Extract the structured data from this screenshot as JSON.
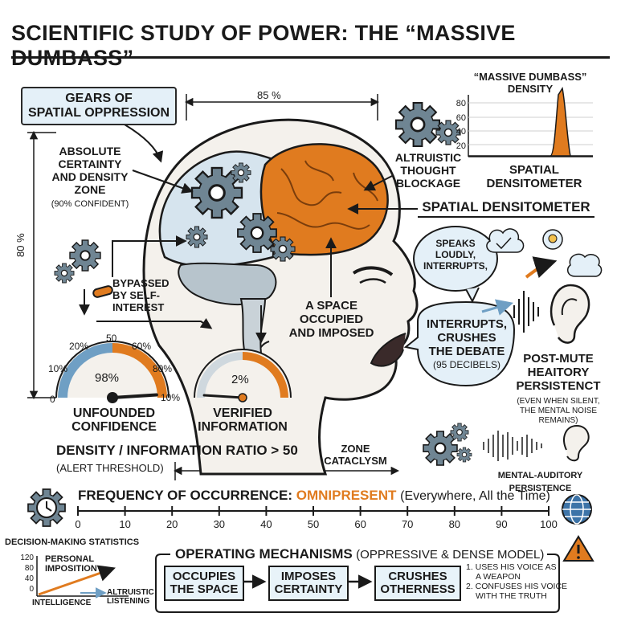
{
  "title": "SCIENTIFIC STUDY OF POWER: THE “MASSIVE DUMBASS”",
  "labels": {
    "gears_box": [
      "GEARS OF",
      "SPATIAL OPPRESSION"
    ],
    "width_pct": "85 %",
    "height_pct": "80 %",
    "certainty": [
      "ABSOLUTE",
      "CERTAINTY",
      "AND DENSITY",
      "ZONE"
    ],
    "certainty_note": "(90% confident)",
    "bypassed": [
      "BYPASSED",
      "BY SELF-",
      "INTEREST"
    ],
    "altruistic": [
      "ALTRUISTIC",
      "THOUGHT",
      "BLOCKAGE"
    ],
    "space_occupied": [
      "A SPACE",
      "OCCUPIED",
      "AND IMPOSED"
    ],
    "spatial_densitometer": "SPATIAL DENSITOMETER",
    "speaks": [
      "SPEAKS",
      "LOUDLY,",
      "INTERRUPTS,"
    ],
    "interrupts": [
      "INTERRUPTS,",
      "CRUSHES",
      "THE DEBATE"
    ],
    "interrupts_note": "(95 DECIBELS)",
    "post_mute": [
      "POST-MUTE",
      "HEAITORY",
      "PERSISTENCT"
    ],
    "post_mute_note": [
      "(EVEN WHEN SILENT,",
      "THE MENTAL NOISE REMAINS)"
    ],
    "zone": [
      "ZONE",
      "CATACLYSM"
    ],
    "mental_auditory": "MENTAL-AUDITORY PERSISTENCE"
  },
  "density_chart": {
    "title": [
      "“MASSIVE DUMBASS”",
      "DENSITY"
    ],
    "yticks": [
      "80",
      "60",
      "40",
      "20"
    ],
    "caption": [
      "SPATIAL",
      "DENSITOMETER"
    ]
  },
  "gauge_confidence": {
    "value_label": "98%",
    "value": 98,
    "ticks": [
      "0",
      "10%",
      "20%",
      "50",
      "60%",
      "80%",
      "10%"
    ],
    "caption": [
      "UNFOUNDED",
      "CONFIDENCE"
    ]
  },
  "gauge_information": {
    "value_label": "2%",
    "value": 2,
    "caption": [
      "VERIFIED",
      "INFORMATION"
    ]
  },
  "ratio": {
    "text": "DENSITY / INFORMATION RATIO > 50",
    "note": "(ALERT THRESHOLD)"
  },
  "frequency": {
    "label": "FREQUENCY OF OCCURRENCE:",
    "value": "OMNIPRESENT",
    "note": "(Everywhere, All the Time)",
    "scale": [
      "0",
      "10",
      "20",
      "30",
      "40",
      "50",
      "60",
      "70",
      "80",
      "90",
      "100"
    ]
  },
  "decision": {
    "title": "DECISION-MAKING STATISTICS",
    "yticks": [
      "120",
      "80",
      "40",
      "0"
    ],
    "series_label": [
      "PERSONAL",
      "IMPOSITION"
    ],
    "x_left": "INTELLIGENCE",
    "x_right": [
      "ALTRUISTIC",
      "LISTENING"
    ]
  },
  "mechanisms": {
    "title": "OPERATING MECHANISMS",
    "subtitle": "(OPPRESSIVE & DENSE MODEL)",
    "steps": [
      [
        "OCCUPIES",
        "THE SPACE"
      ],
      [
        "IMPOSES",
        "CERTAINTY"
      ],
      [
        "CRUSHES",
        "OTHERNESS"
      ]
    ],
    "notes": [
      [
        "1. USES HIS VOICE AS",
        "A WEAPON"
      ],
      [
        "2. CONFUSES HIS VOICE",
        "WITH THE TRUTH"
      ]
    ]
  },
  "colors": {
    "accent": "#e07b1f",
    "blue": "#6f9fc4",
    "panel": "#e4f0f8",
    "ink": "#1a1a1a"
  }
}
